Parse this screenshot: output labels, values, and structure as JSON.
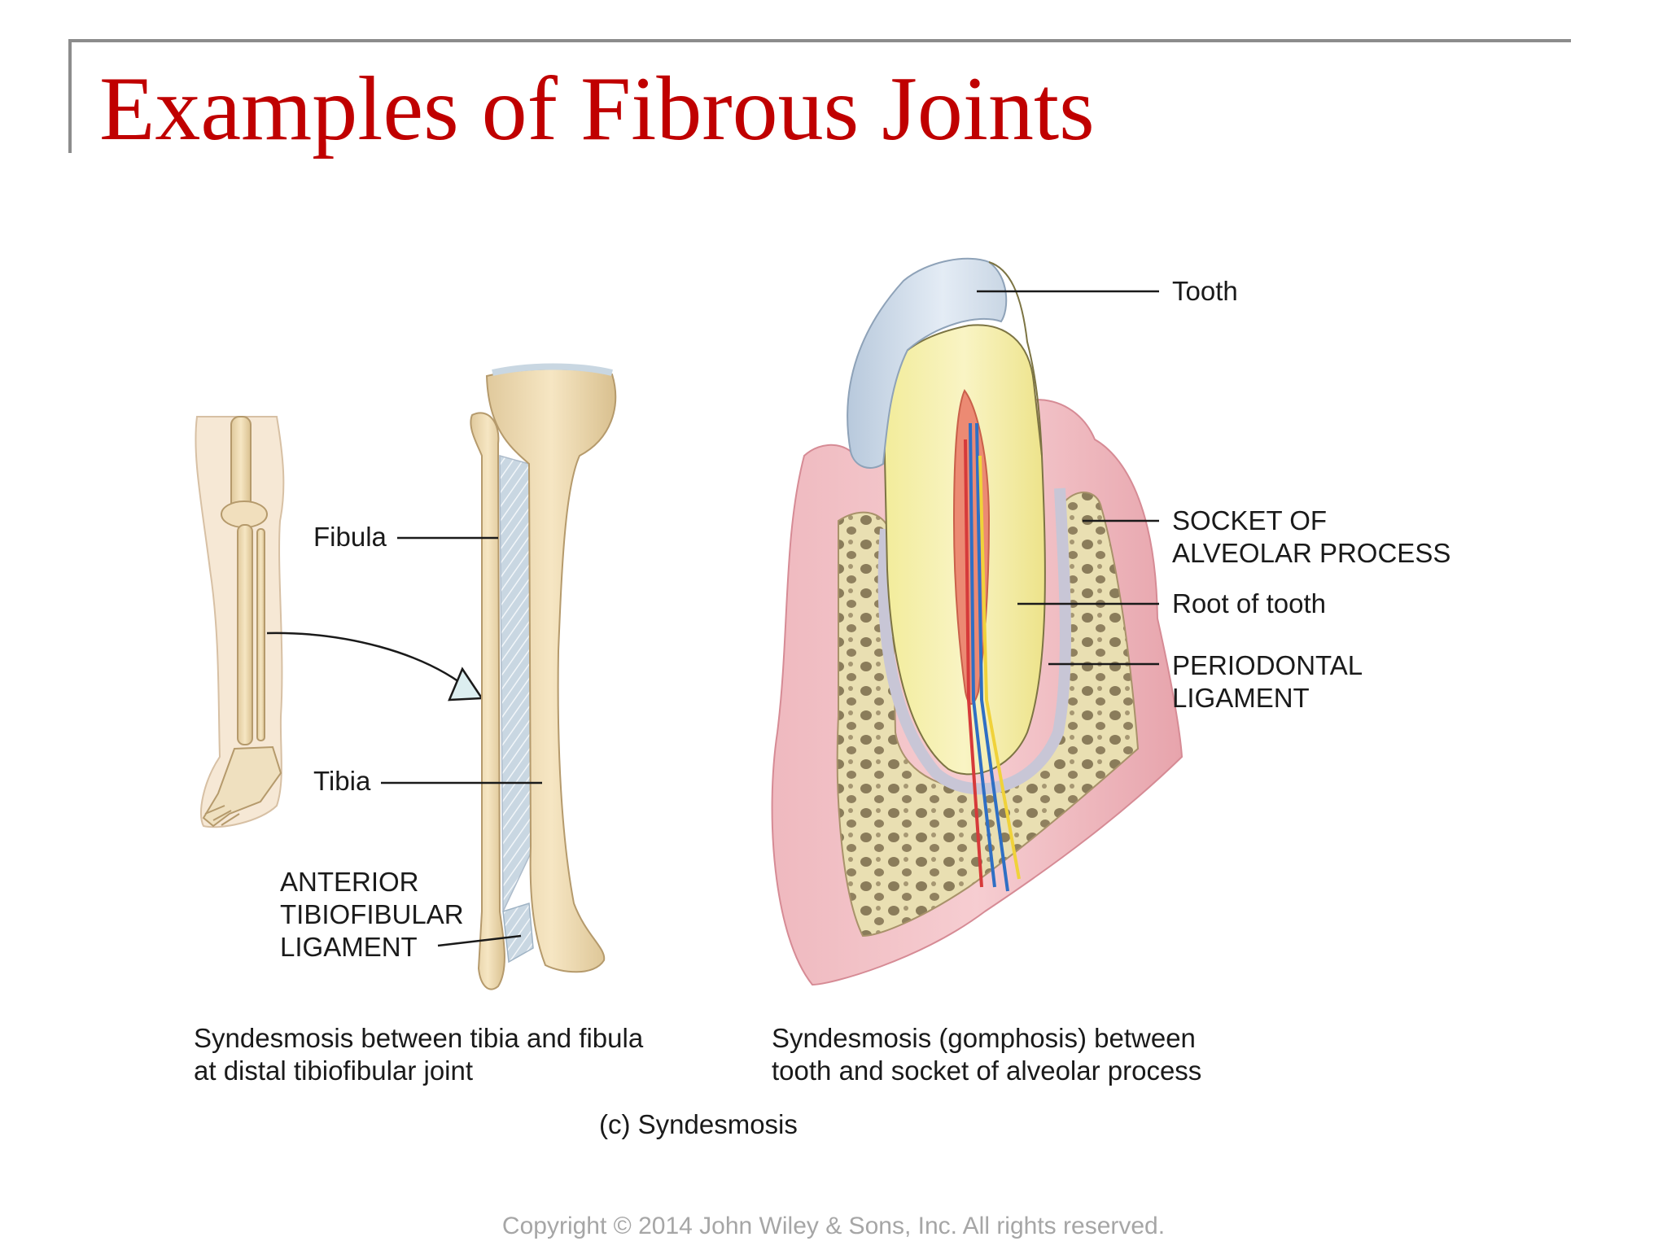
{
  "slide": {
    "title": "Examples of Fibrous Joints",
    "copyright": "Copyright © 2014 John Wiley & Sons, Inc. All rights reserved.",
    "colors": {
      "title": "#c00000",
      "frame": "#8c8c8c",
      "text": "#1a1a1a",
      "copyright": "#a6a6a6"
    }
  },
  "figure": {
    "left_panel": {
      "labels": {
        "fibula": "Fibula",
        "tibia": "Tibia",
        "ligament_line1": "ANTERIOR",
        "ligament_line2": "TIBIOFIBULAR",
        "ligament_line3": "LIGAMENT"
      },
      "caption_line1": "Syndesmosis between tibia and fibula",
      "caption_line2": "at distal tibiofibular joint"
    },
    "right_panel": {
      "labels": {
        "tooth": "Tooth",
        "socket_line1": "SOCKET OF",
        "socket_line2": "ALVEOLAR PROCESS",
        "root": "Root of tooth",
        "periodontal_line1": "PERIODONTAL",
        "periodontal_line2": "LIGAMENT"
      },
      "caption_line1": "Syndesmosis (gomphosis) between",
      "caption_line2": "tooth and socket of alveolar process"
    },
    "caption": "(c) Syndesmosis"
  }
}
